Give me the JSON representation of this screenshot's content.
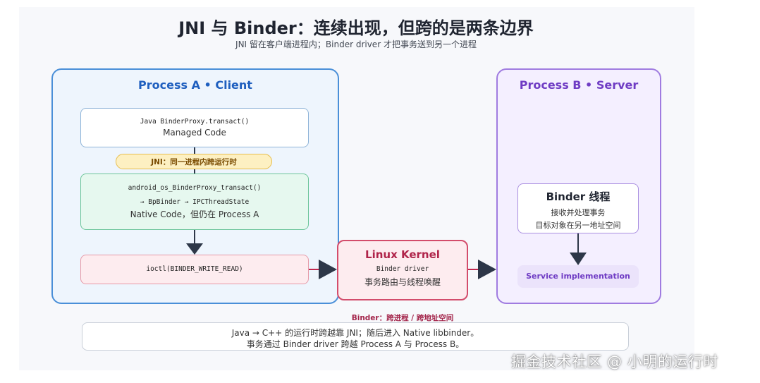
{
  "title": "JNI 与 Binder：连续出现，但跨的是两条边界",
  "subtitle": "JNI 留在客户端进程内；Binder driver 才把事务送到另一个进程",
  "process_a": {
    "title": "Process A • Client",
    "java_box": {
      "code": "Java BinderProxy.transact()",
      "label": "Managed Code"
    },
    "jni_badge": "JNI：同一进程内跨运行时",
    "native_box": {
      "code1": "android_os_BinderProxy_transact()",
      "code2": "→ BpBinder → IPCThreadState",
      "label": "Native Code，但仍在 Process A"
    },
    "ioctl_box": {
      "code": "ioctl(BINDER_WRITE_READ)"
    }
  },
  "kernel": {
    "title": "Linux Kernel",
    "code": "Binder driver",
    "label": "事务路由与线程唤醒"
  },
  "process_b": {
    "title": "Process B • Server",
    "thread_box": {
      "title": "Binder 线程",
      "line1": "接收并处理事务",
      "line2": "目标对象在另一地址空间"
    },
    "service_box": "Service implementation"
  },
  "binder_label": "Binder：跨进程 / 跨地址空间",
  "summary": {
    "line1": "Java → C++ 的运行时跨越靠 JNI；随后进入 Native libbinder。",
    "line2": "事务通过 Binder driver 跨越 Process A 与 Process B。"
  },
  "watermark": "掘金技术社区 @ 小明的运行时",
  "colors": {
    "process_a_border": "#4a8fd8",
    "process_b_border": "#a07ce0",
    "kernel_border": "#d34c6b",
    "arrow": "#2d3748",
    "binder_line": "#c2284f"
  }
}
